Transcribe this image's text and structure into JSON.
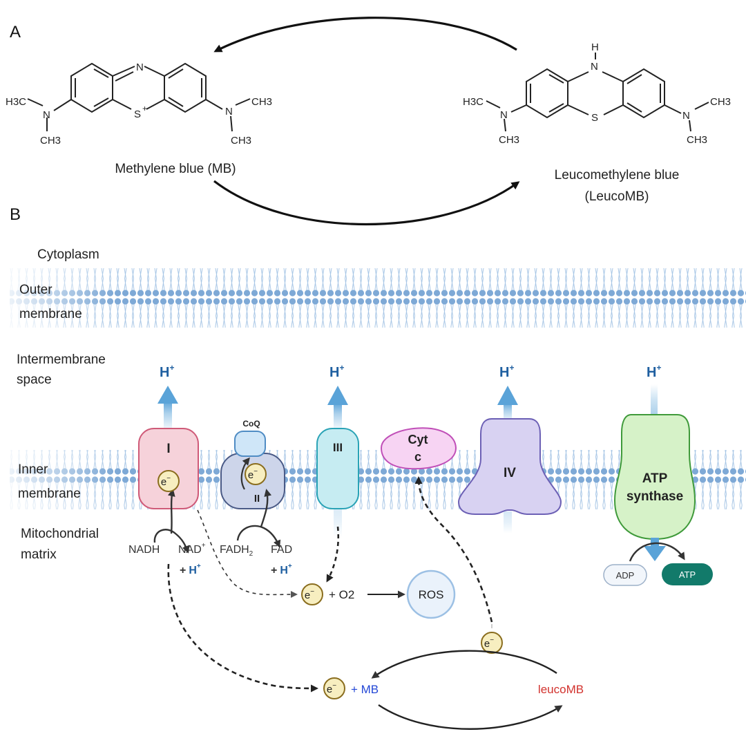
{
  "panel_a": {
    "label": "A",
    "mb": {
      "name": "Methylene blue (MB)",
      "atoms": {
        "n_top": "N",
        "s": "S",
        "s_charge": "+",
        "n_left": "N",
        "n_right": "N",
        "ch3_left_upper": "H3C",
        "ch3_left_lower": "CH3",
        "ch3_right_upper": "CH3",
        "ch3_right_lower": "CH3"
      }
    },
    "leucomb": {
      "name_line1": "Leucomethylene blue",
      "name_line2": "(LeucoMB)",
      "atoms": {
        "h_top": "H",
        "n_top": "N",
        "s": "S",
        "n_left": "N",
        "n_right": "N",
        "ch3_left_upper": "H3C",
        "ch3_left_lower": "CH3",
        "ch3_right_upper": "CH3",
        "ch3_right_lower": "CH3"
      }
    }
  },
  "panel_b": {
    "label": "B",
    "regions": {
      "cytoplasm": "Cytoplasm",
      "outer_membrane_1": "Outer",
      "outer_membrane_2": "membrane",
      "ims_1": "Intermembrane",
      "ims_2": "space",
      "inner_membrane_1": "Inner",
      "inner_membrane_2": "membrane",
      "matrix_1": "Mitochondrial",
      "matrix_2": "matrix"
    },
    "proton": "H",
    "proton_sup": "+",
    "complexes": {
      "c1": "I",
      "c2": "II",
      "coq": "CoQ",
      "c3": "III",
      "cytc_1": "Cyt",
      "cytc_2": "c",
      "c4": "IV",
      "atp_synthase_1": "ATP",
      "atp_synthase_2": "synthase"
    },
    "electron": "e",
    "electron_sup": "−",
    "substrates": {
      "nadh": "NADH",
      "nad": "NAD",
      "nad_sup": "+",
      "plus": "+",
      "fadh2": "FADH",
      "fadh2_sub": "2",
      "fad": "FAD"
    },
    "ros_reaction": {
      "plus_o2": "+ O2",
      "ros": "ROS"
    },
    "mb_cycle": {
      "plus_mb": "+ MB",
      "leucomb": "leucoMB"
    },
    "atp_cycle": {
      "adp": "ADP",
      "atp": "ATP"
    }
  },
  "colors": {
    "membrane": "#8fb4dc",
    "membrane_dot": "#7ea9d6",
    "proton_blue": "#1f5fa0",
    "arrow_blue": "#5aa3d8",
    "complex_i_fill": "#f6d2da",
    "complex_i_stroke": "#cf5a78",
    "complex_ii_fill": "#cdd5ea",
    "complex_ii_stroke": "#4a5a86",
    "complex_iii_fill": "#c6ecf2",
    "complex_iii_stroke": "#2aa3b6",
    "cytc_fill": "#f7d4f3",
    "cytc_stroke": "#c04fb8",
    "complex_iv_fill": "#d8d2f2",
    "complex_iv_stroke": "#6c60b5",
    "atp_synthase_fill": "#d6f2c8",
    "atp_synthase_stroke": "#3f9a3a",
    "electron_fill": "#f7eec0",
    "electron_stroke": "#8a6d1e",
    "ros_fill": "#eaf2fb",
    "ros_stroke": "#9cc0e4",
    "atp_fill": "#127a6a",
    "mb_blue": "#2347d6",
    "leucomb_red": "#d2322d"
  }
}
